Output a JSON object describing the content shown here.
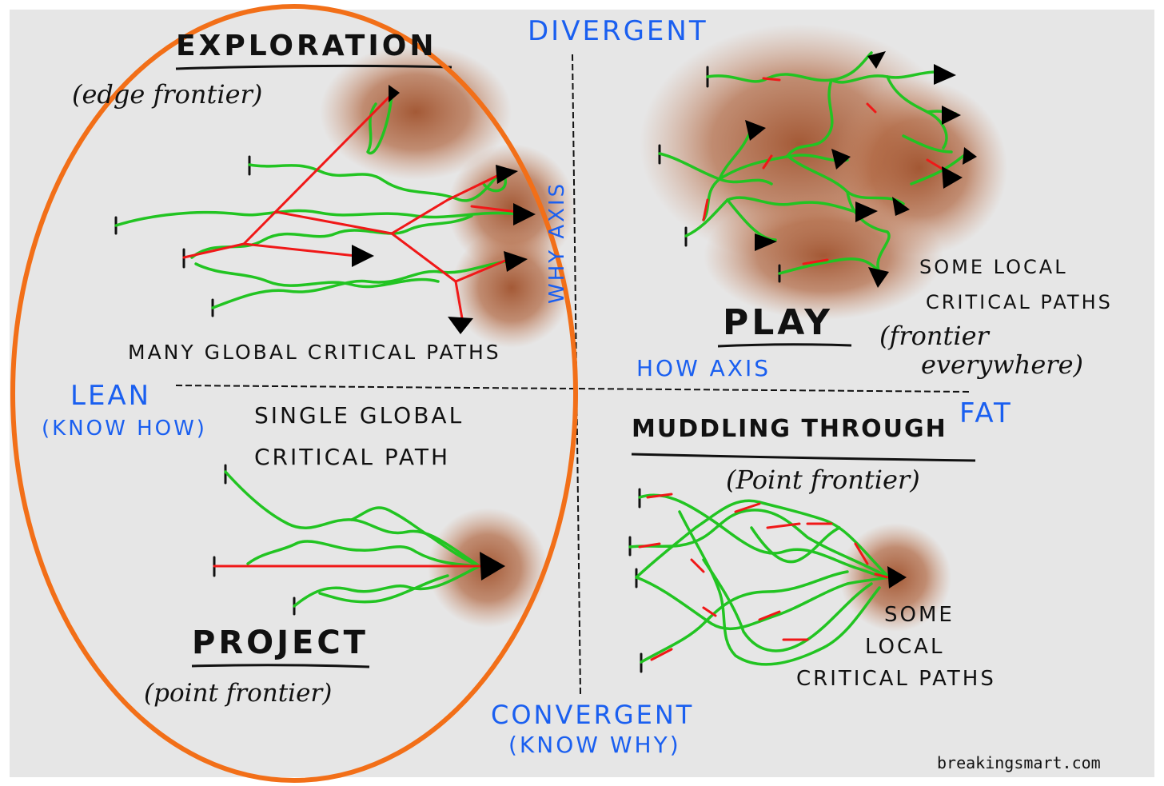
{
  "colors": {
    "background": "#e6e6e6",
    "ink": "#111111",
    "axis_label_blue": "#1a5ff0",
    "path_green": "#22c422",
    "critical_red": "#f01818",
    "frontier_brown": "#a0522d",
    "highlight_orange": "#f26f18"
  },
  "axes": {
    "top": "DIVERGENT",
    "bottom_line1": "CONVERGENT",
    "bottom_line2": "(KNOW WHY)",
    "left_line1": "LEAN",
    "left_line2": "(KNOW HOW)",
    "right": "FAT",
    "vertical_axis": "WHY AXIS",
    "horizontal_axis": "HOW AXIS"
  },
  "quadrants": {
    "exploration": {
      "title": "EXPLORATION",
      "subtitle": "(edge frontier)",
      "caption": "MANY GLOBAL CRITICAL PATHS"
    },
    "play": {
      "title": "PLAY",
      "caption_line1": "SOME LOCAL",
      "caption_line2": "CRITICAL PATHS",
      "subtitle_line1": "(frontier",
      "subtitle_line2": "everywhere)"
    },
    "project": {
      "title": "PROJECT",
      "subtitle": "(point frontier)",
      "caption_line1": "SINGLE GLOBAL",
      "caption_line2": "CRITICAL PATH"
    },
    "muddling": {
      "title": "MUDDLING THROUGH",
      "subtitle": "(Point frontier)",
      "caption_line1": "SOME",
      "caption_line2": "LOCAL",
      "caption_line3": "CRITICAL PATHS"
    }
  },
  "credit": "breakingsmart.com"
}
